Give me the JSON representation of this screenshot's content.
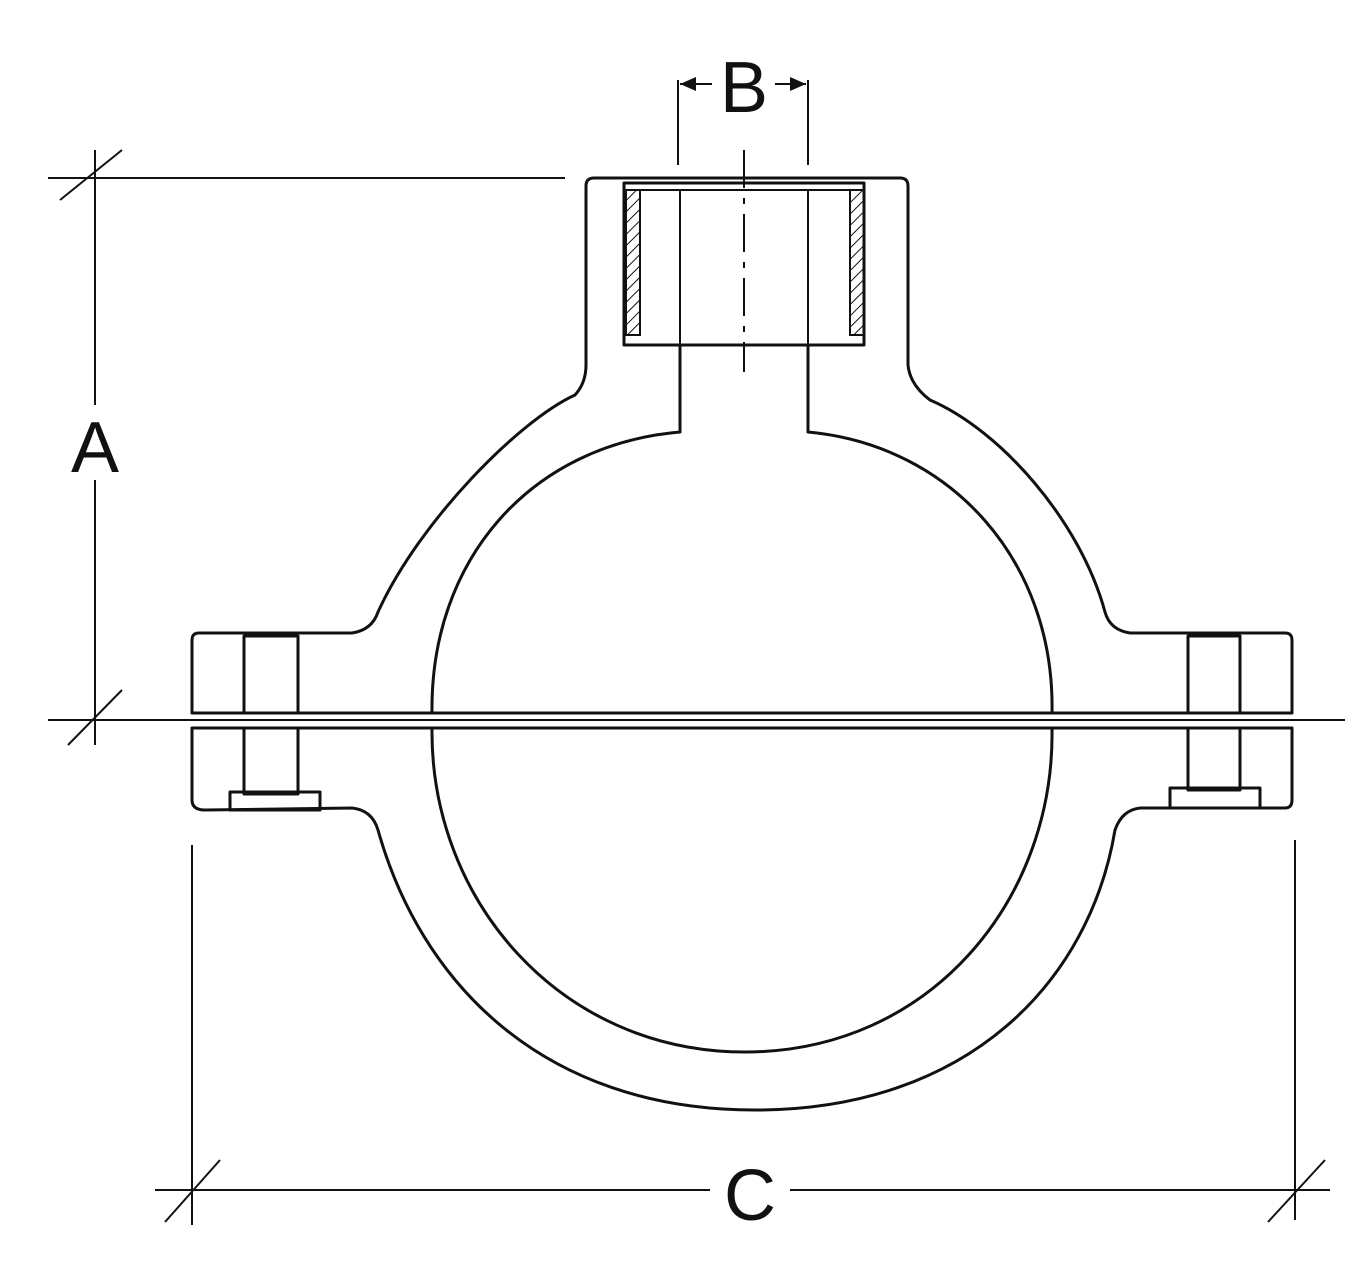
{
  "diagram": {
    "dimension_labels": {
      "a": "A",
      "b": "B",
      "c": "C"
    }
  }
}
